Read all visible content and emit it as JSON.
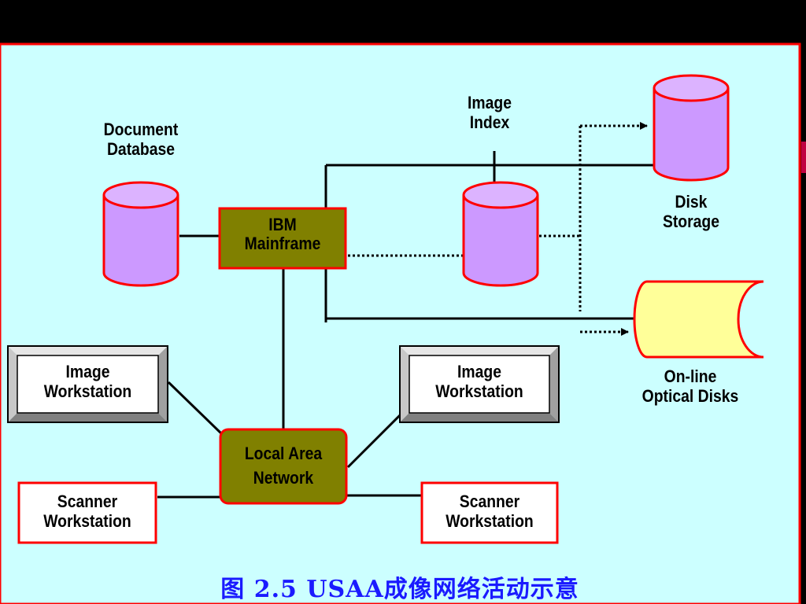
{
  "nodes": {
    "document_database": {
      "line1": "Document",
      "line2": "Database"
    },
    "ibm_mainframe": {
      "line1": "IBM",
      "line2": "Mainframe"
    },
    "image_index": {
      "line1": "Image",
      "line2": "Index"
    },
    "disk_storage": {
      "line1": "Disk",
      "line2": "Storage"
    },
    "optical_disks": {
      "line1": "On-line",
      "line2": "Optical Disks"
    },
    "image_workstation_left": {
      "line1": "Image",
      "line2": "Workstation"
    },
    "image_workstation_right": {
      "line1": "Image",
      "line2": "Workstation"
    },
    "lan": {
      "line1": "Local Area",
      "line2": "Network"
    },
    "scanner_workstation_left": {
      "line1": "Scanner",
      "line2": "Workstation"
    },
    "scanner_workstation_right": {
      "line1": "Scanner",
      "line2": "Workstation"
    }
  },
  "caption": "图 2.5 USAA成像网络活动示意",
  "colors": {
    "background": "#ccffff",
    "cylinder_fill": "#cc99ff",
    "cylinder_top": "#dcb3ff",
    "outline": "#ff0000",
    "box_fill": "#808000",
    "optical_fill": "#ffff99",
    "caption": "#1a1aff"
  }
}
